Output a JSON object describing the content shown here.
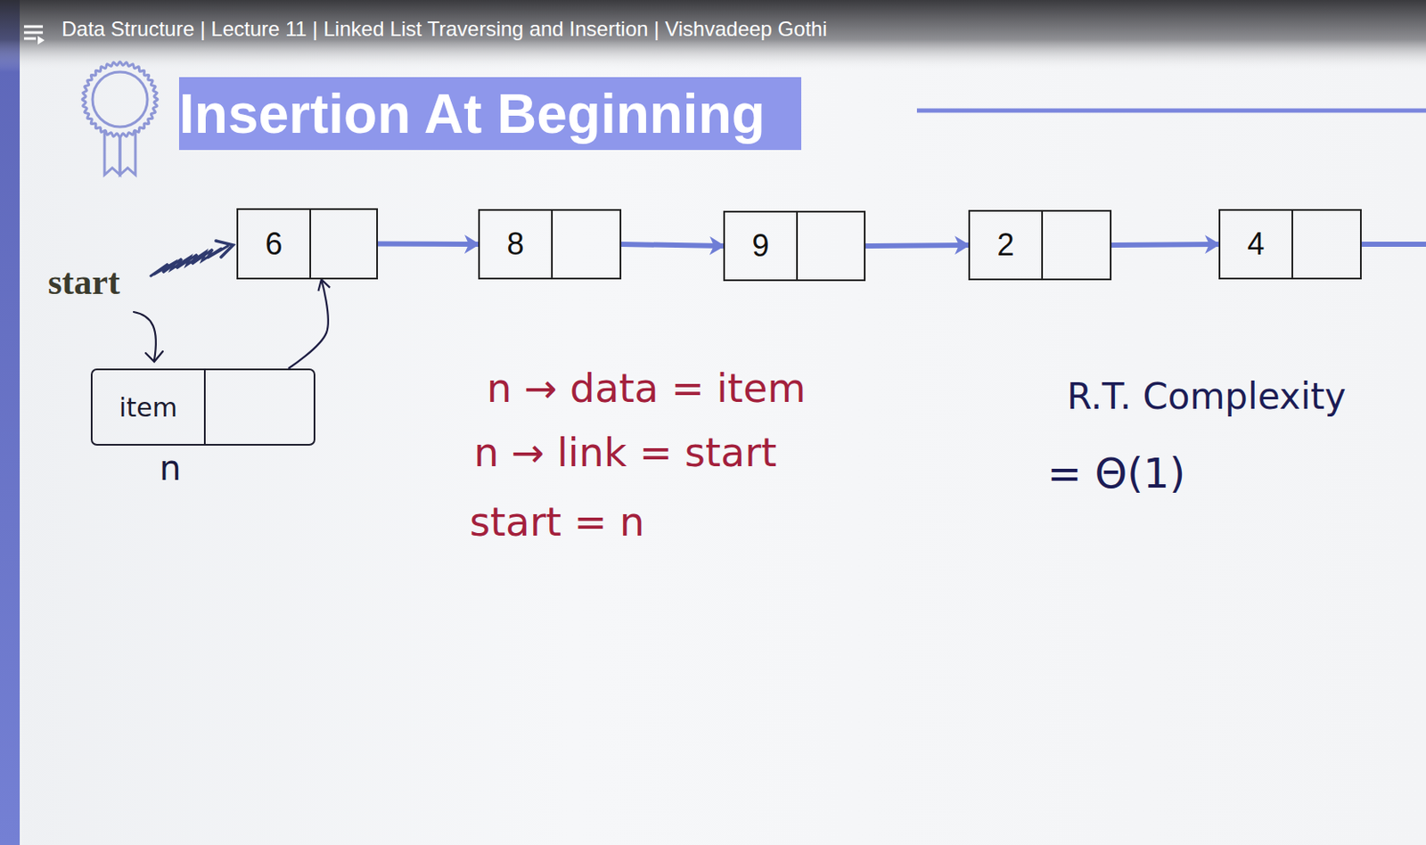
{
  "diagram": {
    "title": "Insertion At Beginning",
    "nodes": [
      {
        "text": [
          "6"
        ]
      },
      {
        "text": [
          "8"
        ]
      },
      {
        "text": [
          "9"
        ]
      },
      {
        "text": [
          "2"
        ]
      },
      {
        "text": [
          "4"
        ]
      },
      {
        "text": [
          "item"
        ]
      }
    ],
    "edges": [
      {
        "from": 0,
        "to": 1,
        "arrow": "to"
      },
      {
        "from": 1,
        "to": 2,
        "arrow": "to"
      },
      {
        "from": 2,
        "to": 3,
        "arrow": "to"
      },
      {
        "from": 3,
        "to": 4,
        "arrow": "to"
      },
      {
        "from": 5,
        "to": 0,
        "arrow": "to"
      }
    ],
    "labels": [
      "Data Structure | Lecture 11 | Linked List Traversing and Insertion | Vishvadeep Gothi",
      "start",
      "n",
      "n → data = item",
      "n → link = start",
      "start = n",
      "R.T. Complexity",
      "= Θ(1)"
    ]
  }
}
